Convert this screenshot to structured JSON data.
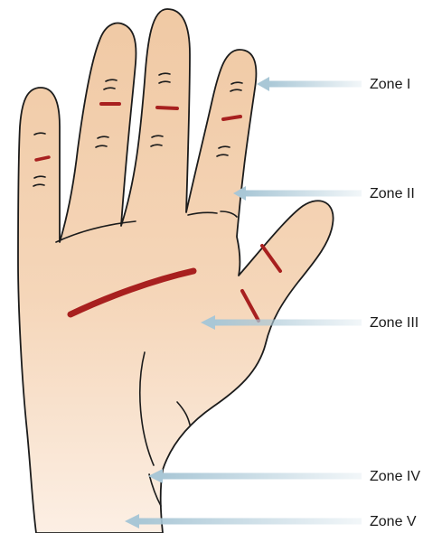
{
  "labels": {
    "zone_1": "Zone I",
    "zone_2": "Zone II",
    "zone_3": "Zone III",
    "zone_4": "Zone IV",
    "zone_5": "Zone V"
  },
  "colors": {
    "skin_top": "#f0c9a4",
    "skin_bottom": "#fbeadb",
    "outline": "#1c1c1c",
    "cut_marks": "#a8201f",
    "arrow": "#a9c7d6",
    "background": "#ffffff"
  }
}
